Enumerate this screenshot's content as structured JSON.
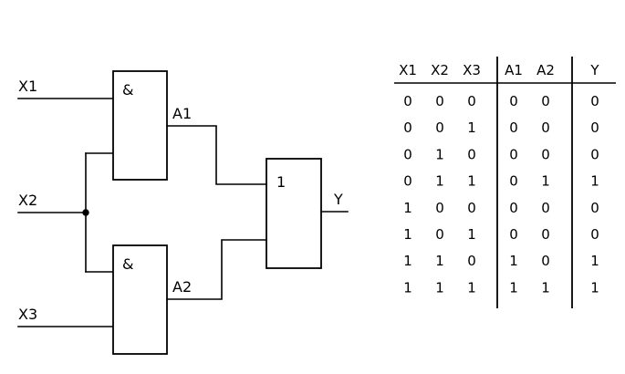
{
  "diagram": {
    "title": "Logic circuit schematic with truth table",
    "colors": {
      "background": "#ffffff",
      "ink": "#000000"
    },
    "inputs": [
      {
        "name": "X1",
        "label": "X1"
      },
      {
        "name": "X2",
        "label": "X2"
      },
      {
        "name": "X3",
        "label": "X3"
      }
    ],
    "internal_signals": [
      {
        "name": "A1",
        "label": "A1"
      },
      {
        "name": "A2",
        "label": "A2"
      }
    ],
    "output": {
      "name": "Y",
      "label": "Y"
    },
    "gates": [
      {
        "name": "and-gate-top",
        "symbol": "&",
        "type": "AND",
        "inputs": [
          "X1",
          "X2"
        ],
        "output": "A1"
      },
      {
        "name": "and-gate-bottom",
        "symbol": "&",
        "type": "AND",
        "inputs": [
          "X2",
          "X3"
        ],
        "output": "A2"
      },
      {
        "name": "or-gate",
        "symbol": "1",
        "type": "OR",
        "inputs": [
          "A1",
          "A2"
        ],
        "output": "Y"
      }
    ],
    "junction_note": "X2 fans out to both AND gates"
  },
  "chart_data": {
    "type": "table",
    "title": "",
    "columns": [
      "X1",
      "X2",
      "X3",
      "A1",
      "A2",
      "Y"
    ],
    "group_dividers_after": [
      "X3",
      "A2"
    ],
    "rows": [
      [
        "0",
        "0",
        "0",
        "0",
        "0",
        "0"
      ],
      [
        "0",
        "0",
        "1",
        "0",
        "0",
        "0"
      ],
      [
        "0",
        "1",
        "0",
        "0",
        "0",
        "0"
      ],
      [
        "0",
        "1",
        "1",
        "0",
        "1",
        "1"
      ],
      [
        "1",
        "0",
        "0",
        "0",
        "0",
        "0"
      ],
      [
        "1",
        "0",
        "1",
        "0",
        "0",
        "0"
      ],
      [
        "1",
        "1",
        "0",
        "1",
        "0",
        "1"
      ],
      [
        "1",
        "1",
        "1",
        "1",
        "1",
        "1"
      ]
    ]
  }
}
